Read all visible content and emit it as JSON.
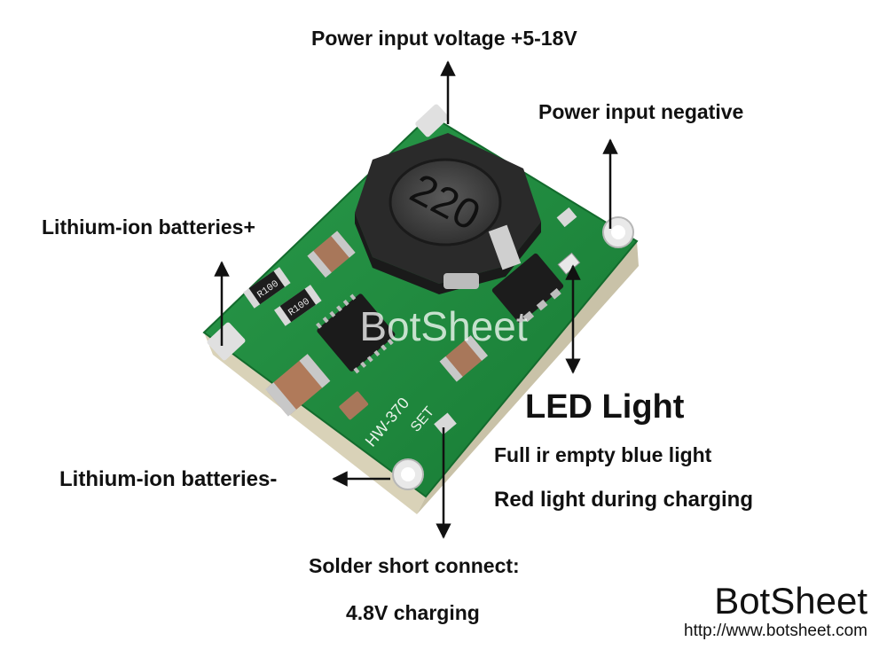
{
  "labels": {
    "power_input_voltage": "Power input voltage +5-18V",
    "power_input_negative": "Power input negative",
    "battery_positive": "Lithium-ion batteries+",
    "battery_negative": "Lithium-ion batteries-",
    "led_title": "LED Light",
    "led_full": "Full ir empty blue light",
    "led_charging": "Red light during charging",
    "solder_title": "Solder short connect:",
    "solder_value": "4.8V charging"
  },
  "board": {
    "inductor_marking": "220",
    "resistor_marking": "R100",
    "model_silkscreen": "HW-370",
    "set_silkscreen": "SET",
    "watermark": "BotSheet"
  },
  "brand": {
    "name": "BotSheet",
    "url": "http://www.botsheet.com"
  },
  "colors": {
    "pcb": "#1f8a3e",
    "text": "#111111",
    "background": "#ffffff"
  }
}
